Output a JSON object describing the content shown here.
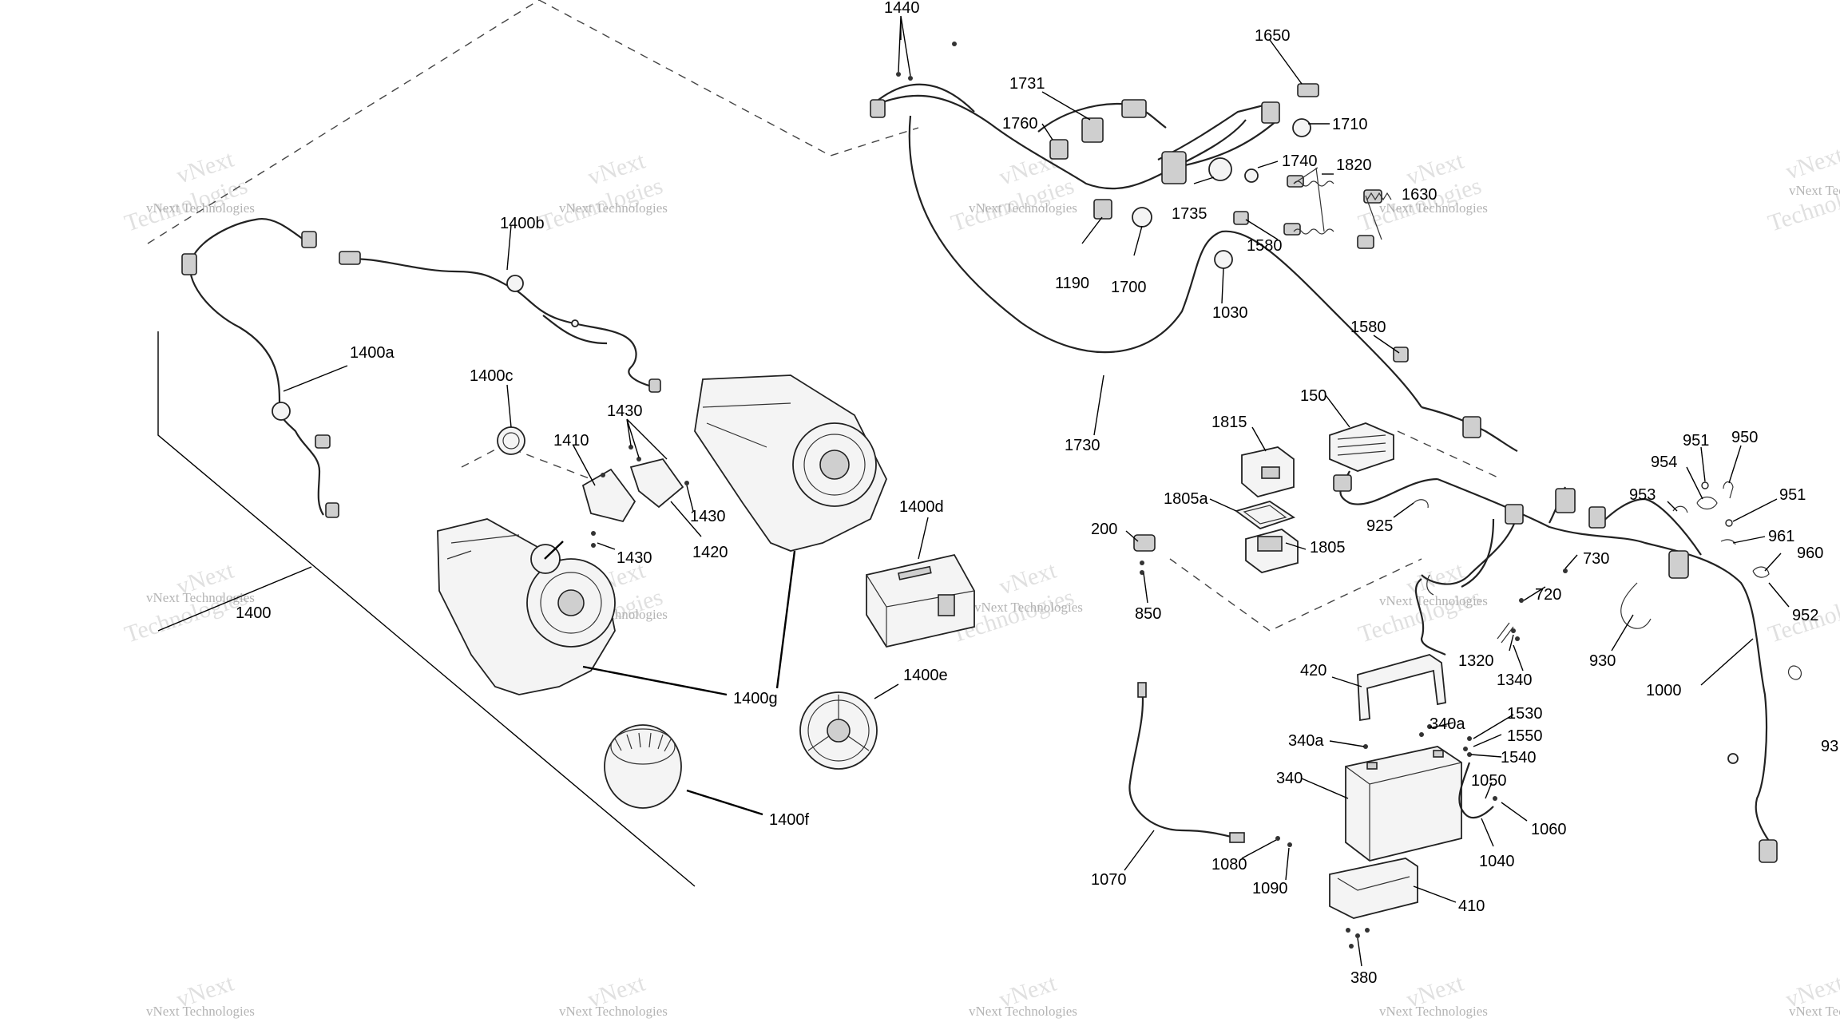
{
  "watermark": {
    "line1": "vNext Technologies",
    "line2a": "vNext",
    "line2b": "Technologies"
  },
  "callouts": [
    "1440",
    "1650",
    "1731",
    "1760",
    "1710",
    "1740",
    "1820",
    "1630",
    "1735",
    "1190",
    "1700",
    "1030",
    "1580",
    "1580",
    "1730",
    "1400b",
    "1400a",
    "1400c",
    "1430",
    "1410",
    "1430",
    "1430",
    "1420",
    "1400d",
    "1400",
    "1400g",
    "1400e",
    "1400f",
    "1815",
    "150",
    "1805a",
    "1805",
    "200",
    "850",
    "925",
    "730",
    "720",
    "951",
    "950",
    "954",
    "953",
    "951",
    "961",
    "960",
    "952",
    "930",
    "1000",
    "93",
    "1320",
    "1340",
    "420",
    "340a",
    "340a",
    "1530",
    "1550",
    "1540",
    "340",
    "1050",
    "1060",
    "1040",
    "1070",
    "1080",
    "1090",
    "410",
    "380"
  ]
}
